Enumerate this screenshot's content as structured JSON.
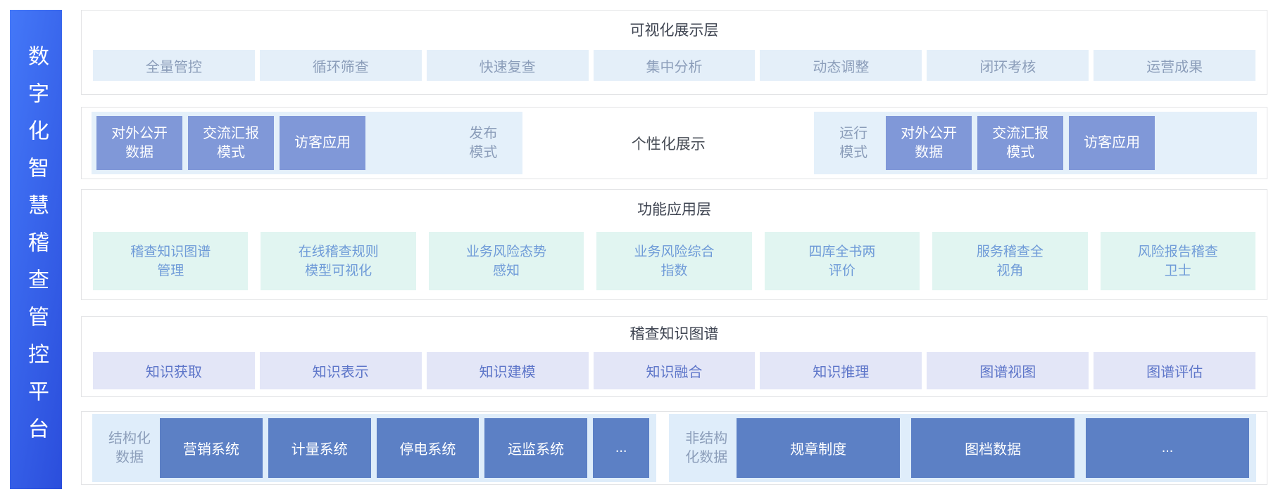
{
  "platform": {
    "title": "数字化智慧稽查管控平台"
  },
  "layers": {
    "visualization": {
      "title": "可视化展示层",
      "items": [
        "全量管控",
        "循环筛查",
        "快速复查",
        "集中分析",
        "动态调整",
        "闭环考核",
        "运营成果"
      ]
    },
    "display": {
      "publish_group": {
        "boxes": [
          "对外公开\n数据",
          "交流汇报\n模式",
          "访客应用"
        ],
        "label": "发布\n模式"
      },
      "center_label": "个性化展示",
      "run_group": {
        "label": "运行\n模式",
        "boxes": [
          "对外公开\n数据",
          "交流汇报\n模式",
          "访客应用"
        ]
      }
    },
    "function": {
      "title": "功能应用层",
      "items": [
        "稽查知识图谱\n管理",
        "在线稽查规则\n模型可视化",
        "业务风险态势\n感知",
        "业务风险综合\n指数",
        "四库全书两\n评价",
        "服务稽查全\n视角",
        "风险报告稽查\n卫士"
      ]
    },
    "knowledge_graph": {
      "title": "稽查知识图谱",
      "items": [
        "知识获取",
        "知识表示",
        "知识建模",
        "知识融合",
        "知识推理",
        "图谱视图",
        "图谱评估"
      ]
    },
    "data_sources": {
      "structured": {
        "label": "结构化\n数据",
        "systems": [
          "营销系统",
          "计量系统",
          "停电系统",
          "运监系统",
          "..."
        ]
      },
      "unstructured": {
        "label": "非结构\n化数据",
        "systems": [
          "规章制度",
          "图档数据",
          "..."
        ]
      }
    }
  },
  "colors": {
    "sidebar_from": "#4478F8",
    "sidebar_to": "#2B4EDC",
    "panel_border": "#E3E4E6",
    "header_text": "#3F4552",
    "item_blue_bg": "#E4EFF9",
    "item_blue_text": "#8C9EBA",
    "mode_group_bg": "#E4F0FA",
    "mode_box_bg": "#8098D8",
    "box_text": "#FFFFFF",
    "label_text": "#8C9EBA",
    "center_text": "#464B54",
    "item_mint_bg": "#E1F5F1",
    "item_mint_text": "#6F9BD8",
    "item_lavender_bg": "#E3E6F7",
    "item_lavender_text": "#5E76C9",
    "data_group_bg": "#DFEDFA",
    "data_box_bg": "#5C80C5"
  }
}
